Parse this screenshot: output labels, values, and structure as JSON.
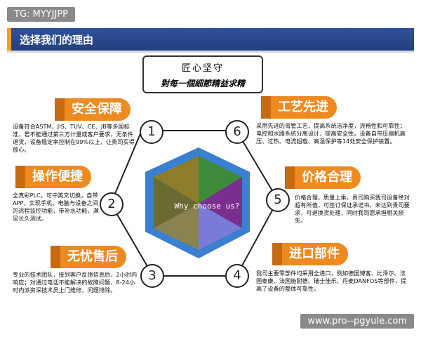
{
  "tag": "TG: MYYJJPP",
  "header": {
    "title": "选择我们的理由"
  },
  "slogan": {
    "line1": "匠心坚守",
    "line2": "對每一個細節精益求精"
  },
  "center": {
    "text": "Why choose us?"
  },
  "features": [
    {
      "num": "1",
      "title": "安全保障",
      "desc": "设备符合ASTM、JIS、TUV、CE、JB等多国标准，若不能通过第三方计量或客户要求，无条件退货，设备稳定率控制在99%以上，让贵司买得放心。"
    },
    {
      "num": "2",
      "title": "操作便捷",
      "desc": "全真彩PLC，可中英文切换，自带APP，实现手机、电脑与设备之间的远程监控功能，带补水功能，满足长久测试。"
    },
    {
      "num": "3",
      "title": "无忧售后",
      "desc": "专业的技术团队，接到客户反馈信息后，2小时内响应；对通过电话不能解决的故障问题，8-24小时内派资深技术员上门维修，问题排除。"
    },
    {
      "num": "4",
      "title": "进口部件",
      "desc": "我司主要零部件均采用全进口，例如德国博客、比泽尔、法国泰康、法国施耐德、瑞士佳乐、丹麦DANFOS等部件，提高了设备的整体可靠性。"
    },
    {
      "num": "5",
      "title": "价格合理",
      "desc": "价格合理，质量上乘，贵司购买我司设备绝对超有所值，可签订保证承诺书，未达到贵司要求，可退换货处理，同时我司愿承担相关损失。"
    },
    {
      "num": "6",
      "title": "工艺先进",
      "desc": "采用先进的弯管工艺，提高系统洁净度，流畅性和可靠性；电控和水路系统分离设计，提高安全性。设备自带压缩机高压、过热、电流超载、高温保护等14处安全保护装置。"
    }
  ],
  "url": "www.pro--pgyule.com",
  "colors": {
    "header": "#2a4687",
    "accent": "#ed8a20",
    "hex_outer": "#3a7fd0",
    "slices": [
      "#3f8a3a",
      "#7a2f8f",
      "#8e7d2a",
      "#7a7ad8",
      "#6a6a32",
      "#8a8250"
    ]
  }
}
